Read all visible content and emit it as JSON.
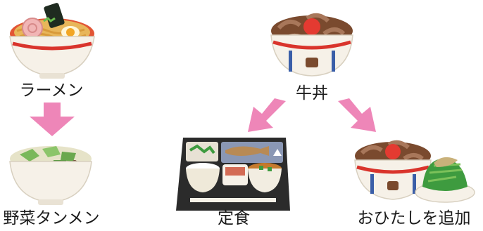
{
  "items": {
    "ramen": {
      "label": "ラーメン"
    },
    "yasai": {
      "label": "野菜タンメン"
    },
    "gyudon": {
      "label": "牛丼"
    },
    "teishoku": {
      "label": "定食"
    },
    "ohitashi": {
      "label": "おひたしを追加"
    }
  },
  "colors": {
    "arrow": "#ee86b8",
    "bowl_red": "#d9342c",
    "bowl_white": "#f6f1e8",
    "noodle": "#e8b65a",
    "beef": "#7a4a2e",
    "tray": "#2b2b2b",
    "greens": "#3e9b3f"
  }
}
